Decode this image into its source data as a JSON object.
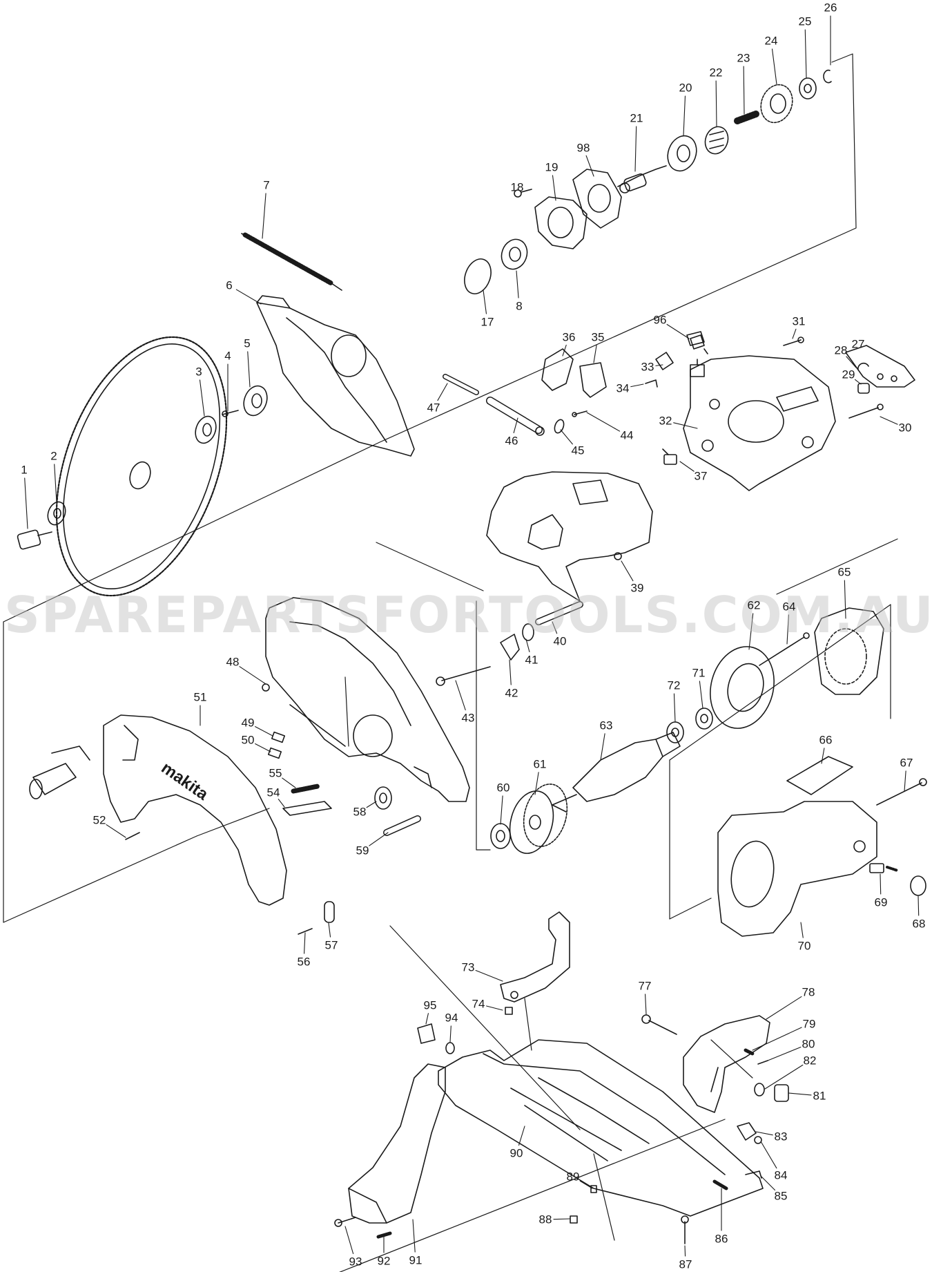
{
  "watermark": "SPAREPARTSFORTOOLS.COM.AU",
  "logo_text": "makita",
  "colors": {
    "line": "#1a1a1a",
    "watermark": "#bebebe",
    "background": "#ffffff"
  },
  "part_labels": [
    "1",
    "2",
    "3",
    "4",
    "5",
    "6",
    "7",
    "8",
    "17",
    "18",
    "19",
    "20",
    "21",
    "22",
    "23",
    "24",
    "25",
    "26",
    "27",
    "28",
    "29",
    "30",
    "31",
    "32",
    "33",
    "34",
    "35",
    "36",
    "37",
    "39",
    "40",
    "41",
    "42",
    "43",
    "44",
    "45",
    "46",
    "47",
    "48",
    "49",
    "50",
    "51",
    "52",
    "54",
    "55",
    "56",
    "57",
    "58",
    "59",
    "60",
    "61",
    "62",
    "63",
    "64",
    "65",
    "66",
    "67",
    "68",
    "69",
    "70",
    "71",
    "72",
    "73",
    "74",
    "77",
    "78",
    "79",
    "80",
    "81",
    "82",
    "83",
    "84",
    "85",
    "86",
    "87",
    "88",
    "89",
    "90",
    "91",
    "92",
    "93",
    "94",
    "95",
    "96",
    "98"
  ]
}
